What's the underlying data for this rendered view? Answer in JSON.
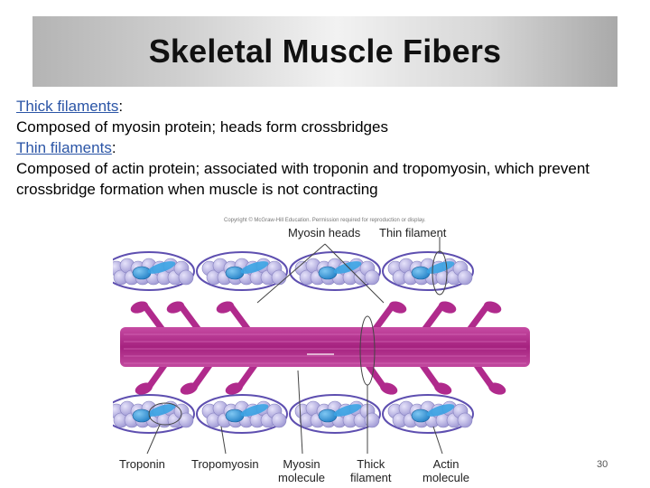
{
  "slide": {
    "title": "Skeletal Muscle Fibers",
    "page_number": "30"
  },
  "content": {
    "thick_term": "Thick filaments",
    "thick_desc": "Composed of myosin protein; heads form crossbridges",
    "thin_term": "Thin filaments",
    "thin_desc": "Composed of actin protein; associated with troponin and tropomyosin, which prevent crossbridge formation when muscle is not contracting",
    "colon": ":"
  },
  "figure": {
    "copyright": "Copyright © McGraw-Hill Education. Permission required for reproduction or display.",
    "labels": {
      "myosin_heads": "Myosin heads",
      "thin_filament": "Thin filament",
      "troponin": "Troponin",
      "tropomyosin": "Tropomyosin",
      "myosin_molecule_1": "Myosin",
      "myosin_molecule_2": "molecule",
      "thick_filament_1": "Thick",
      "thick_filament_2": "filament",
      "actin_molecule_1": "Actin",
      "actin_molecule_2": "molecule"
    },
    "colors": {
      "myosin": "#b02a8c",
      "actin_bead": "#bcb6e6",
      "troponin": "#2f93d6",
      "tropomyosin": "#5e4fb0"
    }
  }
}
